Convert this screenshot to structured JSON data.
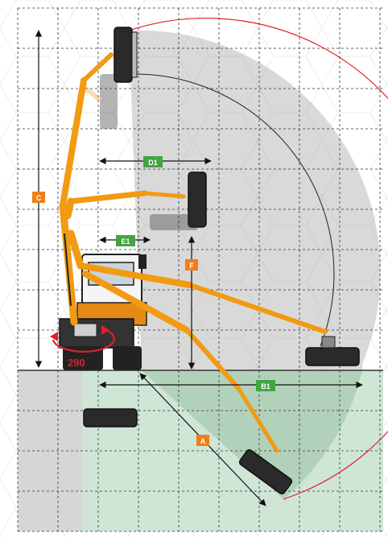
{
  "labels": {
    "c": "C",
    "d1": "D1",
    "e1": "E1",
    "f": "F",
    "b1": "B1",
    "a": "A",
    "angle": "290"
  },
  "colors": {
    "orange_badge": "#f07f18",
    "green_badge": "#44a443",
    "arm": "#f29a12",
    "reach_arc": "#e0222a",
    "below_ground_zone": "#cfe6d6"
  }
}
